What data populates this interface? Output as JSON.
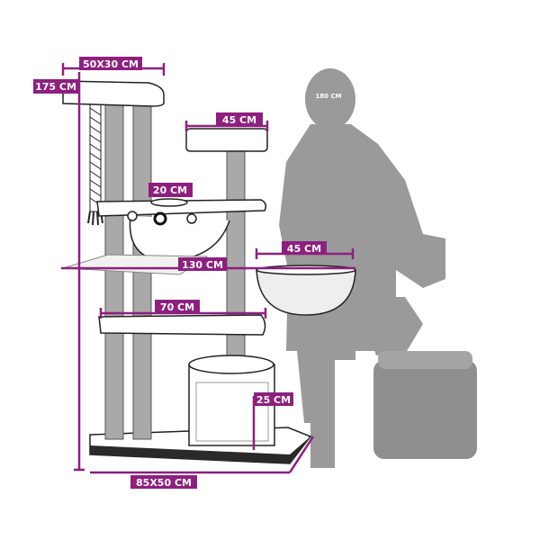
{
  "colors": {
    "accent": "#8e1f7f",
    "post": "#a9a9a9",
    "silhouette": "#9a9a9a",
    "base": "#2a2a2a"
  },
  "labels": {
    "top_platform": "50X30 CM",
    "total_height": "175 CM",
    "person_height": "180 CM",
    "upper_platform": "45 CM",
    "hole": "20 CM",
    "bowl": "45 CM",
    "width": "130 CM",
    "shelf": "70 CM",
    "box_height": "25 CM",
    "base": "85X50 CM"
  }
}
